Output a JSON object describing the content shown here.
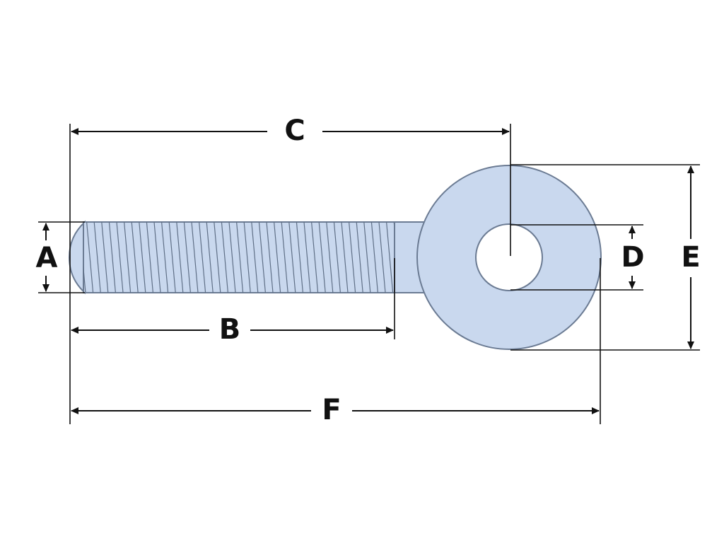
{
  "diagram": {
    "dimension_labels": {
      "A": "A",
      "B": "B",
      "C": "C",
      "D": "D",
      "E": "E",
      "F": "F"
    },
    "colors": {
      "part_fill": "#c9d8ee",
      "part_stroke": "#6b7b93",
      "line": "#111111",
      "background": "#ffffff"
    }
  }
}
